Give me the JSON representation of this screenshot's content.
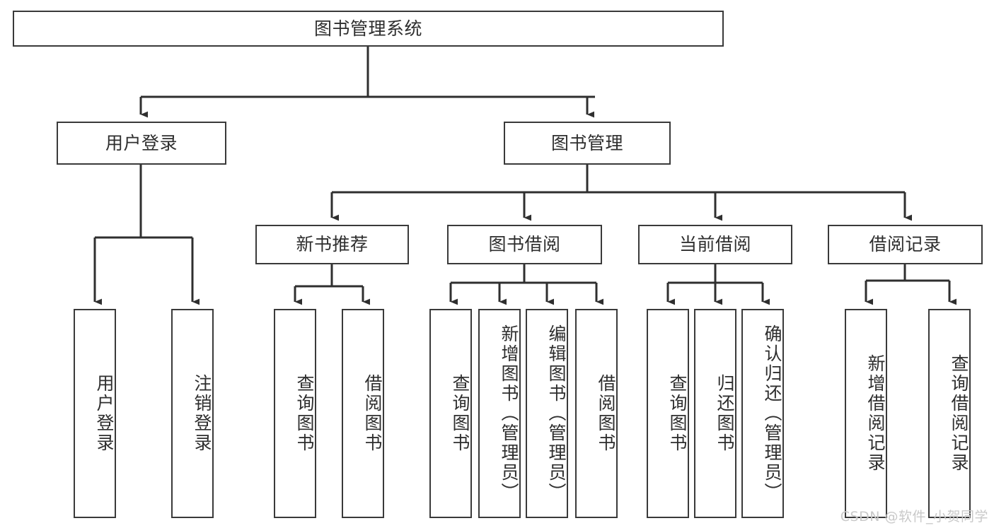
{
  "diagram": {
    "title": "图书管理系统",
    "root": {
      "label": "图书管理系统"
    },
    "level1": [
      {
        "label": "用户登录"
      },
      {
        "label": "图书管理"
      }
    ],
    "level2": [
      {
        "label": "新书推荐"
      },
      {
        "label": "图书借阅"
      },
      {
        "label": "当前借阅"
      },
      {
        "label": "借阅记录"
      }
    ],
    "leaves": {
      "user_login": [
        {
          "label": "用户登录"
        },
        {
          "label": "注销登录"
        }
      ],
      "new_book_rec": [
        {
          "label": "查询图书"
        },
        {
          "label": "借阅图书"
        }
      ],
      "book_borrow": [
        {
          "label": "查询图书"
        },
        {
          "label": "新增图书（管理员）"
        },
        {
          "label": "编辑图书（管理员）"
        },
        {
          "label": "借阅图书"
        }
      ],
      "current_borrow": [
        {
          "label": "查询图书"
        },
        {
          "label": "归还图书"
        },
        {
          "label": "确认归还（管理员）"
        }
      ],
      "borrow_record": [
        {
          "label": "新增借阅记录"
        },
        {
          "label": "查询借阅记录"
        }
      ]
    }
  },
  "watermark": {
    "text": "CSDN @软件_小贺同学"
  },
  "colors": {
    "box_border": "#3a3a3a",
    "connector": "#2f2f2f",
    "text": "#2e2e2e",
    "background": "#ffffff",
    "watermark": "#c9c9c9"
  }
}
